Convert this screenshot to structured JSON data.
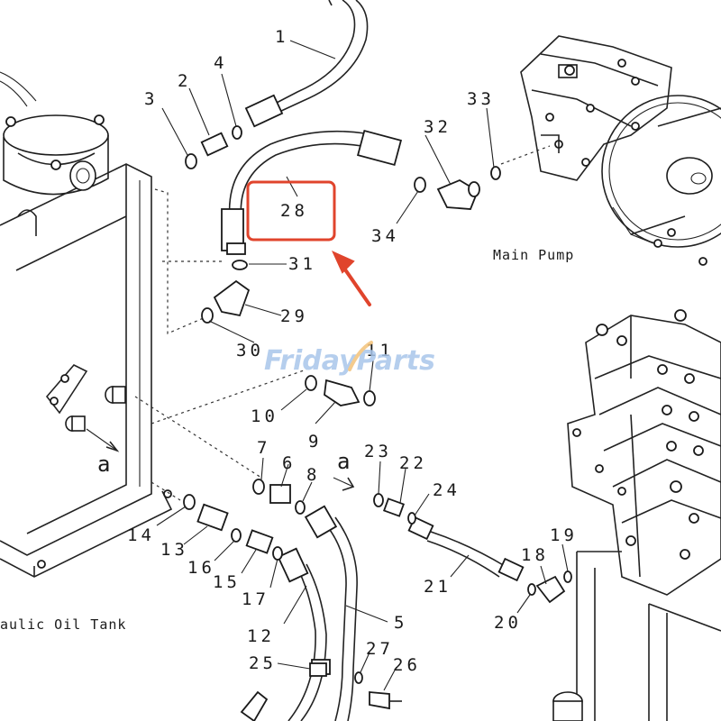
{
  "diagram": {
    "captions": {
      "main_pump": "Main Pump",
      "tank": "aulic Oil Tank"
    },
    "watermark": {
      "part1": "Friday",
      "part2": "Parts",
      "color_main": "#a9c6ea",
      "color_accent": "#f3c27a"
    },
    "highlight": {
      "part_number": "28",
      "color": "#e0442c"
    },
    "callouts": {
      "c1": "1",
      "c2": "2",
      "c3": "3",
      "c4": "4",
      "c5": "5",
      "c6": "6",
      "c7": "7",
      "c8": "8",
      "c9": "9",
      "c10": "10",
      "c11": "11",
      "c12": "12",
      "c13": "13",
      "c14": "14",
      "c15": "15",
      "c16": "16",
      "c17": "17",
      "c18": "18",
      "c19": "19",
      "c20": "20",
      "c21": "21",
      "c22": "22",
      "c23": "23",
      "c24": "24",
      "c25": "25",
      "c26": "26",
      "c27": "27",
      "c29": "29",
      "c30": "30",
      "c31": "31",
      "c32": "32",
      "c33": "33",
      "c34": "34"
    },
    "detail_marks": {
      "a_left": "a",
      "a_right": "a"
    }
  }
}
